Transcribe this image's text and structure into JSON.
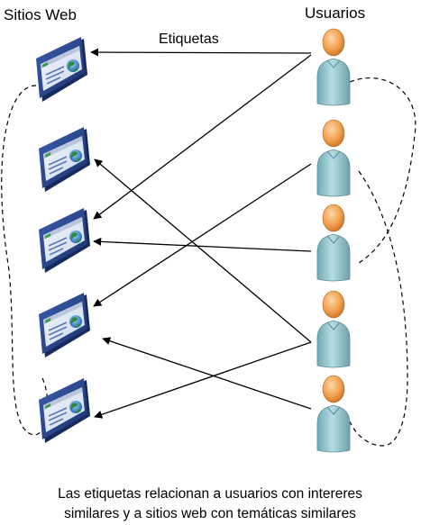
{
  "labels": {
    "sites_heading": "Sitios Web",
    "users_heading": "Usuarios",
    "tags_label": "Etiquetas"
  },
  "caption": {
    "line1": "Las etiquetas relacionan a usuarios con intereres",
    "line2": "similares y a sitios web con temáticas similares"
  },
  "sites": [
    "site-1",
    "site-2",
    "site-3",
    "site-4",
    "site-5"
  ],
  "users": [
    "user-1",
    "user-2",
    "user-3",
    "user-4",
    "user-5"
  ],
  "links": [
    {
      "from_user": 1,
      "to_site": 1
    },
    {
      "from_user": 1,
      "to_site": 3
    },
    {
      "from_user": 2,
      "to_site": 4
    },
    {
      "from_user": 3,
      "to_site": 3
    },
    {
      "from_user": 4,
      "to_site": 2
    },
    {
      "from_user": 4,
      "to_site": 5
    },
    {
      "from_user": 5,
      "to_site": 4
    }
  ],
  "colors": {
    "browser_frame": "#243f86",
    "browser_page": "#dfe7f3",
    "globe": "#2e8a3c",
    "person_body": "#8fc3cc",
    "person_head": "#f0a050",
    "line": "#000000"
  },
  "icons": {
    "site": "browser-window-icon",
    "user": "person-icon"
  }
}
